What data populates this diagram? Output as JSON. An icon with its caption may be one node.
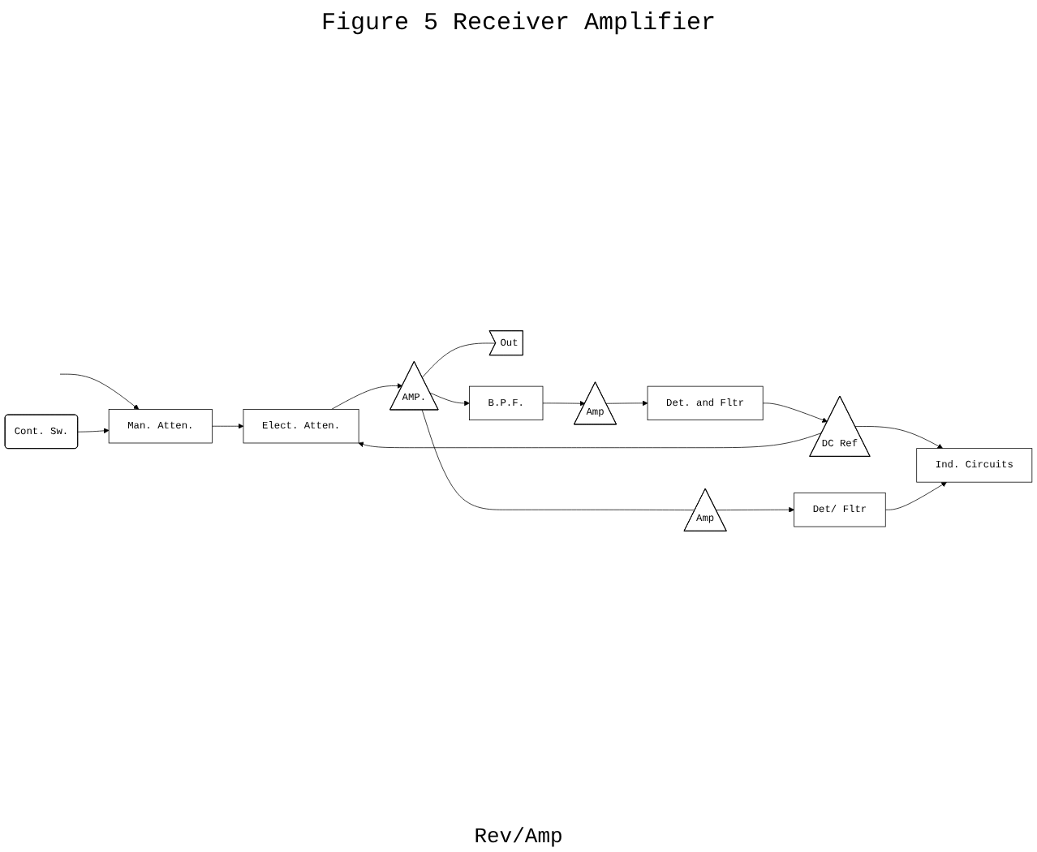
{
  "diagram": {
    "title": "Figure 5 Receiver Amplifier",
    "nodes": [
      {
        "text": [
          "Cont. Sw."
        ]
      },
      {
        "text": [
          "Man. Atten."
        ]
      },
      {
        "text": [
          "Elect. Atten."
        ]
      },
      {
        "text": [
          "AMP."
        ]
      },
      {
        "text": [
          "Out"
        ]
      },
      {
        "text": [
          "B.P.F."
        ]
      },
      {
        "text": [
          "Amp"
        ]
      },
      {
        "text": [
          "Det. and Fltr"
        ]
      },
      {
        "text": [
          "DC Ref"
        ]
      },
      {
        "text": [
          "Amp"
        ]
      },
      {
        "text": [
          "Det/ Fltr"
        ]
      },
      {
        "text": [
          "Ind. Circuits"
        ]
      }
    ],
    "edges": [
      {
        "from": null,
        "to": 1,
        "arrow": "to"
      },
      {
        "from": 0,
        "to": 1,
        "arrow": "to"
      },
      {
        "from": 1,
        "to": 2,
        "arrow": "to"
      },
      {
        "from": 2,
        "to": 3,
        "arrow": "to"
      },
      {
        "from": 3,
        "to": 4,
        "arrow": "none"
      },
      {
        "from": 3,
        "to": 5,
        "arrow": "to"
      },
      {
        "from": 3,
        "to": 9,
        "arrow": "none"
      },
      {
        "from": 5,
        "to": 6,
        "arrow": "to"
      },
      {
        "from": 6,
        "to": 7,
        "arrow": "to"
      },
      {
        "from": 7,
        "to": 8,
        "arrow": "to"
      },
      {
        "from": 8,
        "to": 2,
        "arrow": "to"
      },
      {
        "from": 8,
        "to": 11,
        "arrow": "to"
      },
      {
        "from": 9,
        "to": 10,
        "arrow": "to"
      },
      {
        "from": 10,
        "to": 11,
        "arrow": "to"
      }
    ],
    "labels": [
      "Rev/Amp"
    ]
  }
}
